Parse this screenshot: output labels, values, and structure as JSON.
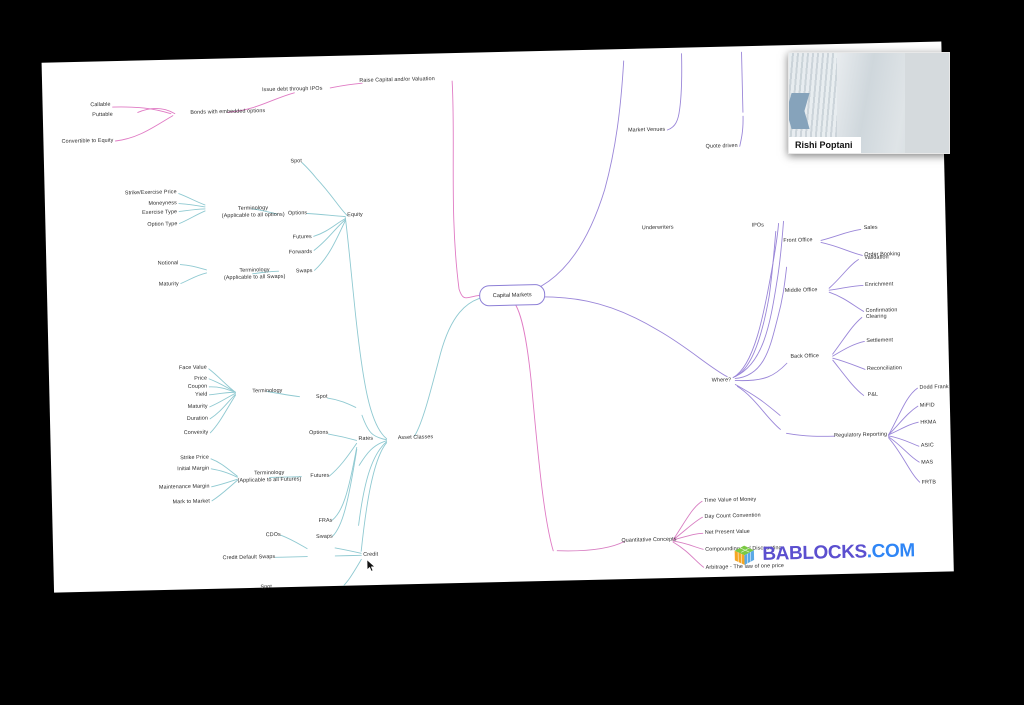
{
  "meeting": {
    "participant_name": "Rishi Poptani",
    "video_label": "video-thumbnail"
  },
  "branding": {
    "logo_text_primary": "BABLOCKS",
    "logo_text_suffix": ".COM",
    "logo_color_primary": "#5b4fcf",
    "logo_color_suffix": "#2f86f6",
    "cube_colors": {
      "top": "#7ac943",
      "left": "#f5a623",
      "right": "#5aa9e6"
    }
  },
  "mindmap": {
    "root": "Capital Markets",
    "colors": {
      "pink_branch": "#e07bc4",
      "purple_branch": "#9a86d8",
      "teal_branch": "#8fc9d1",
      "node_border": "#8d7fd6",
      "text": "#2a2a2a"
    },
    "nodes": {
      "raise_capital": "Raise Capital and/or Valuation",
      "issue_debt": "Issue debt through IPOs",
      "bonds_embedded": "Bonds with embedded options",
      "callable": "Callable",
      "puttable": "Puttable",
      "convertible": "Convertible to Equity",
      "asset_classes": "Asset Classes",
      "equity": "Equity",
      "equity_spot": "Spot",
      "equity_options": "Options",
      "equity_futures": "Futures",
      "equity_forwards": "Forwards",
      "equity_swaps": "Swaps",
      "term_options": "Terminology\n(Applicable to all options)",
      "strike_exercise_price": "Strike/Exercise Price",
      "moneyness": "Moneyness",
      "exercise_type": "Exercise Type",
      "option_type": "Option Type",
      "term_swaps": "Terminology\n(Applicable to all Swaps)",
      "notional": "Notional",
      "maturity_swaps": "Maturity",
      "rates": "Rates",
      "rates_spot": "Spot",
      "rates_options": "Options",
      "rates_futures": "Futures",
      "rates_fras": "FRAs",
      "rates_swaps": "Swaps",
      "term_bond": "Terminology",
      "face_value": "Face Value",
      "price": "Price",
      "coupon": "Coupon",
      "yield": "Yield",
      "maturity_bond": "Maturity",
      "duration": "Duration",
      "convexity": "Convexity",
      "term_futures": "Terminology\n(Applicable to all Futures)",
      "strike_price": "Strike Price",
      "initial_margin": "Initial Margin",
      "maintenance_margin": "Maintenance Margin",
      "mark_to_market": "Mark to Market",
      "credit": "Credit",
      "cdos": "CDOs",
      "credit_default_swaps": "Credit Default Swaps",
      "credit_spot": "Spot",
      "market_venues": "Market Venues",
      "quote_driven": "Quote driven",
      "underwriters": "Underwriters",
      "ipos": "IPOs",
      "where": "Where?",
      "front_office": "Front Office",
      "sales": "Sales",
      "order_booking": "Order Booking",
      "middle_office": "Middle Office",
      "validation": "Validation",
      "enrichment": "Enrichment",
      "confirmation": "Confirmation",
      "back_office": "Back Office",
      "clearing": "Clearing",
      "settlement": "Settlement",
      "reconciliation": "Reconciliation",
      "pnl": "P&L",
      "regulatory_reporting": "Regulatory Reporting",
      "dodd_frank": "Dodd Frank",
      "mifid": "MiFID",
      "hkma": "HKMA",
      "asic": "ASIC",
      "mas": "MAS",
      "frtb": "FRTB",
      "quantitative_concepts": "Quantitative Concepts",
      "time_value_of_money": "Time Value of Money",
      "day_count_convention": "Day Count Convention",
      "net_present_value": "Net Present Value",
      "compounding_discounting": "Compounding and Discounting",
      "arbitrage": "Arbitrage - The law of one price"
    }
  }
}
